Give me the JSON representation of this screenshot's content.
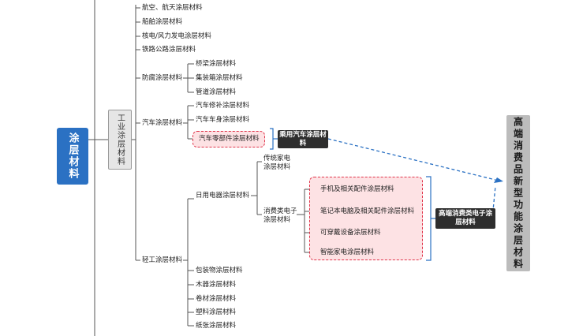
{
  "root": "涂层材料",
  "industry": "工业涂层材料",
  "final": "高端消费品新型功能涂层材料",
  "categories": {
    "aviation": "航空、航天涂层材料",
    "ship": "船舶涂层材料",
    "nuclear": "核电/风力发电涂层材料",
    "rail": "铁路公路涂层材料",
    "anticorrosion": "防腐涂层材料",
    "auto": "汽车涂层材料",
    "light": "轻工涂层材料"
  },
  "anticorrosion_items": [
    "桥梁涂层材料",
    "集装箱涂层材料",
    "管道涂层材料"
  ],
  "auto_items": [
    "汽车修补涂层材料",
    "汽车车身涂层材料",
    "汽车零部件涂层材料"
  ],
  "light": {
    "appliance": "日用电器涂层材料",
    "traditional": "传统家电涂层材料",
    "consumer": "消费类电子涂层材料",
    "consumer_items": [
      "手机及相关配件涂层材料",
      "笔记本电脑及相关配件涂层材料",
      "可穿戴设备涂层材料",
      "智能家电涂层材料"
    ],
    "other_items": [
      "包装物涂层材料",
      "木器涂层材料",
      "卷材涂层材料",
      "塑料涂层材料",
      "纸张涂层材料"
    ]
  },
  "passenger_car": "乘用汽车涂层材料",
  "high_end_consumer": "高端消费类电子涂层材料",
  "colors": {
    "root": "#2b71c3",
    "line": "#555555",
    "bracket": "#2b71c3",
    "highlight": "#e0344a"
  }
}
